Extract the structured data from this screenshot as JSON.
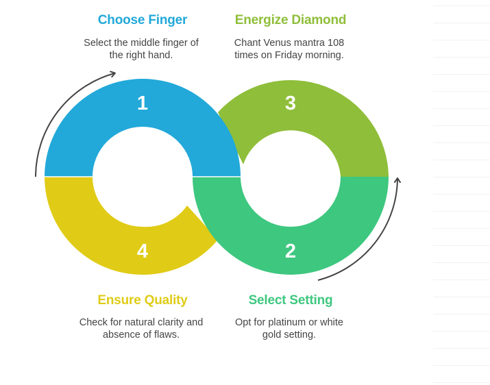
{
  "steps": [
    {
      "number": "1",
      "title": "Choose Finger",
      "description_lines": [
        "Select the middle finger of",
        "the right hand."
      ],
      "color": "#22a9d9"
    },
    {
      "number": "2",
      "title": "Select Setting",
      "description_lines": [
        "Opt for platinum or white",
        "gold setting."
      ],
      "color": "#3ec77f"
    },
    {
      "number": "3",
      "title": "Energize Diamond",
      "description_lines": [
        "Chant Venus mantra 108",
        "times on Friday morning."
      ],
      "color": "#8fbe3a"
    },
    {
      "number": "4",
      "title": "Ensure Quality",
      "description_lines": [
        "Check for natural clarity and",
        "absence of flaws."
      ],
      "color": "#e0cc16"
    }
  ],
  "colors": {
    "number_text": "#ffffff",
    "description_text": "#444444",
    "arrow": "#444444"
  }
}
